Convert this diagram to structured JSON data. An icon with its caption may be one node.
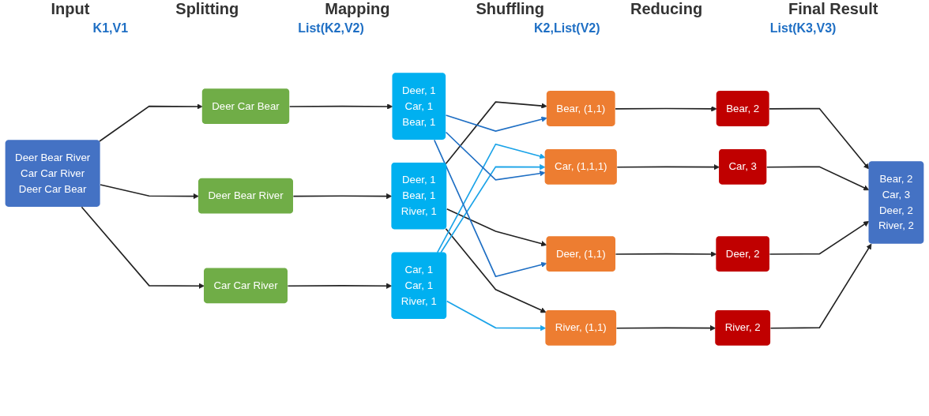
{
  "diagram": {
    "nodes": [
      {
        "text": [
          "Deer Bear River",
          "Car Car River",
          "Deer Car Bear"
        ]
      },
      {
        "text": [
          "Deer Bear River"
        ]
      },
      {
        "text": [
          "Car Car River"
        ]
      },
      {
        "text": [
          "Deer Car Bear"
        ]
      },
      {
        "text": [
          "Deer, 1",
          "Bear, 1",
          "River, 1"
        ]
      },
      {
        "text": [
          "Car, 1",
          "Car, 1",
          "River, 1"
        ]
      },
      {
        "text": [
          "Deer, 1",
          "Car, 1",
          "Bear, 1"
        ]
      },
      {
        "text": [
          "Bear, (1,1)"
        ]
      },
      {
        "text": [
          "Car, (1,1,1)"
        ]
      },
      {
        "text": [
          "Deer, (1,1)"
        ]
      },
      {
        "text": [
          "River, (1,1)"
        ]
      },
      {
        "text": [
          "Bear, 2"
        ]
      },
      {
        "text": [
          "Car, 3"
        ]
      },
      {
        "text": [
          "Deer, 2"
        ]
      },
      {
        "text": [
          "River, 2"
        ]
      },
      {
        "text": [
          "Bear, 2",
          "Car, 3",
          "Deer, 2",
          "River, 2"
        ]
      }
    ],
    "edges": [
      {
        "from": 0,
        "to": 1,
        "arrow": "to"
      },
      {
        "from": 0,
        "to": 2,
        "arrow": "to"
      },
      {
        "from": 0,
        "to": 3,
        "arrow": "to"
      },
      {
        "from": 1,
        "to": 4,
        "arrow": "to"
      },
      {
        "from": 2,
        "to": 5,
        "arrow": "to"
      },
      {
        "from": 3,
        "to": 6,
        "arrow": "to"
      },
      {
        "from": 4,
        "to": 7,
        "arrow": "to"
      },
      {
        "from": 4,
        "to": 9,
        "arrow": "to"
      },
      {
        "from": 4,
        "to": 10,
        "arrow": "to"
      },
      {
        "from": 5,
        "to": 8,
        "arrow": "to",
        "color": "#1aa3e8"
      },
      {
        "from": 5,
        "to": 8,
        "arrow": "to",
        "color": "#1aa3e8"
      },
      {
        "from": 5,
        "to": 10,
        "arrow": "to",
        "color": "#1aa3e8"
      },
      {
        "from": 6,
        "to": 7,
        "arrow": "to",
        "color": "#1f6fc4"
      },
      {
        "from": 6,
        "to": 8,
        "arrow": "to",
        "color": "#1f6fc4"
      },
      {
        "from": 6,
        "to": 9,
        "arrow": "to",
        "color": "#1f6fc4"
      },
      {
        "from": 7,
        "to": 11,
        "arrow": "to"
      },
      {
        "from": 8,
        "to": 12,
        "arrow": "to"
      },
      {
        "from": 9,
        "to": 13,
        "arrow": "to"
      },
      {
        "from": 10,
        "to": 14,
        "arrow": "to"
      },
      {
        "from": 11,
        "to": 15,
        "arrow": "to"
      },
      {
        "from": 12,
        "to": 15,
        "arrow": "to"
      },
      {
        "from": 13,
        "to": 15,
        "arrow": "to"
      },
      {
        "from": 14,
        "to": 15,
        "arrow": "to"
      }
    ],
    "labels": [
      "Input",
      "Splitting",
      "Mapping",
      "Shuffling",
      "Reducing",
      "Final Result",
      "K1,V1",
      "List(K2,V2)",
      "K2,List(V2)",
      "List(K3,V3)"
    ]
  }
}
